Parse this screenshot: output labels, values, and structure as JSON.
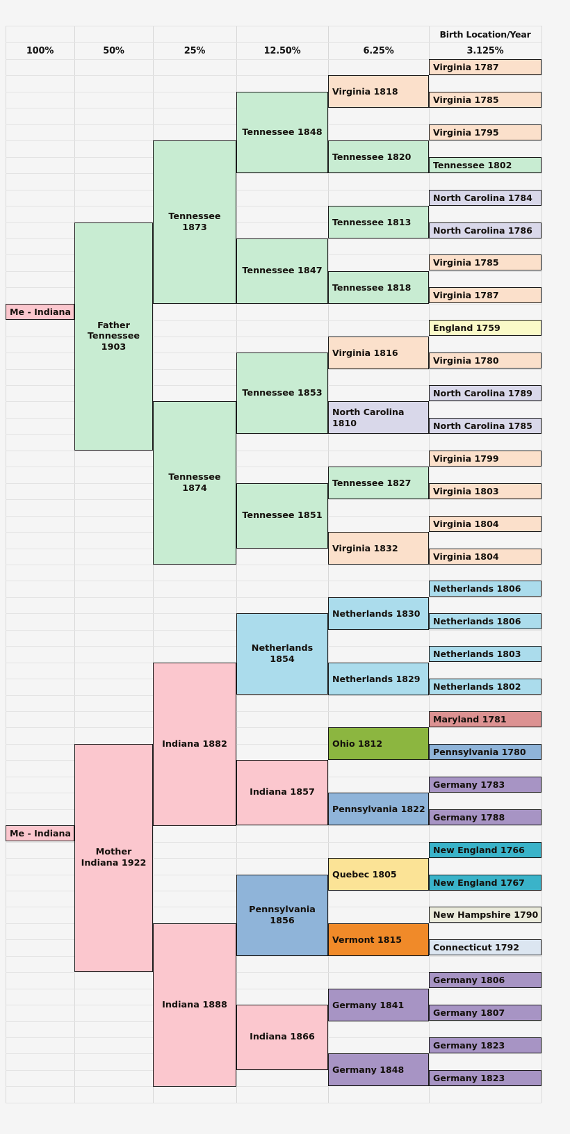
{
  "chart_data": {
    "type": "table",
    "title": "Birth Location/Year",
    "columns": [
      "100%",
      "50%",
      "25%",
      "12.50%",
      "6.25%",
      "3.125%"
    ],
    "generations": 6,
    "rows": 64,
    "legend_colors": {
      "tennessee": "#bfe8c8",
      "virginia": "#fbe0cb",
      "north_carolina": "#d9d8ea",
      "england": "#fafac8",
      "indiana": "#fbc7ce",
      "netherlands": "#abdcec",
      "maryland": "#dc9292",
      "ohio": "#8cb640",
      "pennsylvania": "#8fb4d9",
      "germany": "#a794c4",
      "quebec": "#fbe396",
      "new_england": "#3ab3c9",
      "new_hampshire": "#ebebdb",
      "connecticut": "#dce6f1",
      "vermont": "#f08a29",
      "me": "#fbc7ce"
    },
    "people": [
      {
        "label": "Me - Indiana",
        "gen": 1,
        "row": 15,
        "span": 1,
        "color": "#fbc7ce",
        "align": "left"
      },
      {
        "label": "Father\nTennessee\n1903",
        "gen": 2,
        "row": 10,
        "span": 14,
        "color": "#c8ecd2",
        "align": "center"
      },
      {
        "label": "Tennessee 1873",
        "gen": 3,
        "row": 5,
        "span": 10,
        "color": "#c8ecd2",
        "align": "center"
      },
      {
        "label": "Tennessee 1848",
        "gen": 4,
        "row": 2,
        "span": 5,
        "color": "#c8ecd2",
        "align": "center"
      },
      {
        "label": "Virginia 1818",
        "gen": 5,
        "row": 1,
        "span": 2,
        "color": "#fbe0cb",
        "align": "left"
      },
      {
        "label": "Virginia 1787",
        "gen": 6,
        "row": 0,
        "span": 1,
        "color": "#fbe0cb",
        "align": "left"
      },
      {
        "label": "Virginia 1785",
        "gen": 6,
        "row": 2,
        "span": 1,
        "color": "#fbe0cb",
        "align": "left"
      },
      {
        "label": "Tennessee 1820",
        "gen": 5,
        "row": 5,
        "span": 2,
        "color": "#c8ecd2",
        "align": "left"
      },
      {
        "label": "Virginia 1795",
        "gen": 6,
        "row": 4,
        "span": 1,
        "color": "#fbe0cb",
        "align": "left"
      },
      {
        "label": "Tennessee 1802",
        "gen": 6,
        "row": 6,
        "span": 1,
        "color": "#c8ecd2",
        "align": "left"
      },
      {
        "label": "Tennessee 1847",
        "gen": 4,
        "row": 11,
        "span": 4,
        "color": "#c8ecd2",
        "align": "center"
      },
      {
        "label": "Tennessee 1813",
        "gen": 5,
        "row": 9,
        "span": 2,
        "color": "#c8ecd2",
        "align": "left"
      },
      {
        "label": "North Carolina 1784",
        "gen": 6,
        "row": 8,
        "span": 1,
        "color": "#d9d8ea",
        "align": "left"
      },
      {
        "label": "North Carolina 1786",
        "gen": 6,
        "row": 10,
        "span": 1,
        "color": "#d9d8ea",
        "align": "left"
      },
      {
        "label": "Tennessee 1818",
        "gen": 5,
        "row": 13,
        "span": 2,
        "color": "#c8ecd2",
        "align": "left"
      },
      {
        "label": "Virginia 1785",
        "gen": 6,
        "row": 12,
        "span": 1,
        "color": "#fbe0cb",
        "align": "left"
      },
      {
        "label": "Virginia 1787",
        "gen": 6,
        "row": 14,
        "span": 1,
        "color": "#fbe0cb",
        "align": "left"
      },
      {
        "label": "Tennessee 1874",
        "gen": 3,
        "row": 21,
        "span": 10,
        "color": "#c8ecd2",
        "align": "center"
      },
      {
        "label": "Tennessee 1853",
        "gen": 4,
        "row": 18,
        "span": 5,
        "color": "#c8ecd2",
        "align": "center"
      },
      {
        "label": "Virginia 1816",
        "gen": 5,
        "row": 17,
        "span": 2,
        "color": "#fbe0cb",
        "align": "left"
      },
      {
        "label": "England 1759",
        "gen": 6,
        "row": 16,
        "span": 1,
        "color": "#fafac8",
        "align": "left"
      },
      {
        "label": "Virginia 1780",
        "gen": 6,
        "row": 18,
        "span": 1,
        "color": "#fbe0cb",
        "align": "left"
      },
      {
        "label": "North Carolina 1810",
        "gen": 5,
        "row": 21,
        "span": 2,
        "color": "#d9d8ea",
        "align": "left"
      },
      {
        "label": "North Carolina 1789",
        "gen": 6,
        "row": 20,
        "span": 1,
        "color": "#d9d8ea",
        "align": "left"
      },
      {
        "label": "North Carolina 1785",
        "gen": 6,
        "row": 22,
        "span": 1,
        "color": "#d9d8ea",
        "align": "left"
      },
      {
        "label": "Tennessee 1851",
        "gen": 4,
        "row": 26,
        "span": 4,
        "color": "#c8ecd2",
        "align": "center"
      },
      {
        "label": "Tennessee 1827",
        "gen": 5,
        "row": 25,
        "span": 2,
        "color": "#c8ecd2",
        "align": "left"
      },
      {
        "label": "Virginia 1799",
        "gen": 6,
        "row": 24,
        "span": 1,
        "color": "#fbe0cb",
        "align": "left"
      },
      {
        "label": "Virginia 1803",
        "gen": 6,
        "row": 26,
        "span": 1,
        "color": "#fbe0cb",
        "align": "left"
      },
      {
        "label": "Virginia 1832",
        "gen": 5,
        "row": 29,
        "span": 2,
        "color": "#fbe0cb",
        "align": "left"
      },
      {
        "label": "Virginia 1804",
        "gen": 6,
        "row": 28,
        "span": 1,
        "color": "#fbe0cb",
        "align": "left"
      },
      {
        "label": "Virginia 1804",
        "gen": 6,
        "row": 30,
        "span": 1,
        "color": "#fbe0cb",
        "align": "left"
      },
      {
        "label": "Me - Indiana",
        "gen": 1,
        "row": 47,
        "span": 1,
        "color": "#fbc7ce",
        "align": "left"
      },
      {
        "label": "Mother\nIndiana 1922",
        "gen": 2,
        "row": 42,
        "span": 14,
        "color": "#fbc7ce",
        "align": "center"
      },
      {
        "label": "Indiana 1882",
        "gen": 3,
        "row": 37,
        "span": 10,
        "color": "#fbc7ce",
        "align": "center"
      },
      {
        "label": "Netherlands 1854",
        "gen": 4,
        "row": 34,
        "span": 5,
        "color": "#abdcec",
        "align": "center"
      },
      {
        "label": "Netherlands 1830",
        "gen": 5,
        "row": 33,
        "span": 2,
        "color": "#abdcec",
        "align": "left"
      },
      {
        "label": "Netherlands 1806",
        "gen": 6,
        "row": 32,
        "span": 1,
        "color": "#abdcec",
        "align": "left"
      },
      {
        "label": "Netherlands 1806",
        "gen": 6,
        "row": 34,
        "span": 1,
        "color": "#abdcec",
        "align": "left"
      },
      {
        "label": "Netherlands 1829",
        "gen": 5,
        "row": 37,
        "span": 2,
        "color": "#abdcec",
        "align": "left"
      },
      {
        "label": "Netherlands 1803",
        "gen": 6,
        "row": 36,
        "span": 1,
        "color": "#abdcec",
        "align": "left"
      },
      {
        "label": "Netherlands 1802",
        "gen": 6,
        "row": 38,
        "span": 1,
        "color": "#abdcec",
        "align": "left"
      },
      {
        "label": "Indiana 1857",
        "gen": 4,
        "row": 43,
        "span": 4,
        "color": "#fbc7ce",
        "align": "center"
      },
      {
        "label": "Ohio 1812",
        "gen": 5,
        "row": 41,
        "span": 2,
        "color": "#8cb640",
        "align": "left"
      },
      {
        "label": "Maryland 1781",
        "gen": 6,
        "row": 40,
        "span": 1,
        "color": "#dc9292",
        "align": "left"
      },
      {
        "label": "Pennsylvania 1780",
        "gen": 6,
        "row": 42,
        "span": 1,
        "color": "#8fb4d9",
        "align": "left"
      },
      {
        "label": "Pennsylvania 1822",
        "gen": 5,
        "row": 45,
        "span": 2,
        "color": "#8fb4d9",
        "align": "left"
      },
      {
        "label": "Germany 1783",
        "gen": 6,
        "row": 44,
        "span": 1,
        "color": "#a794c4",
        "align": "left"
      },
      {
        "label": "Germany 1788",
        "gen": 6,
        "row": 46,
        "span": 1,
        "color": "#a794c4",
        "align": "left"
      },
      {
        "label": "Indiana 1888",
        "gen": 3,
        "row": 53,
        "span": 10,
        "color": "#fbc7ce",
        "align": "center"
      },
      {
        "label": "Pennsylvania 1856",
        "gen": 4,
        "row": 50,
        "span": 5,
        "color": "#8fb4d9",
        "align": "center"
      },
      {
        "label": "Quebec 1805",
        "gen": 5,
        "row": 49,
        "span": 2,
        "color": "#fbe396",
        "align": "left"
      },
      {
        "label": "New England 1766",
        "gen": 6,
        "row": 48,
        "span": 1,
        "color": "#3ab3c9",
        "align": "left"
      },
      {
        "label": "New England 1767",
        "gen": 6,
        "row": 50,
        "span": 1,
        "color": "#3ab3c9",
        "align": "left"
      },
      {
        "label": "Vermont 1815",
        "gen": 5,
        "row": 53,
        "span": 2,
        "color": "#f08a29",
        "align": "left"
      },
      {
        "label": "New Hampshire 1790",
        "gen": 6,
        "row": 52,
        "span": 1,
        "color": "#ebebdb",
        "align": "left"
      },
      {
        "label": "Connecticut 1792",
        "gen": 6,
        "row": 54,
        "span": 1,
        "color": "#dce6f1",
        "align": "left"
      },
      {
        "label": "Indiana 1866",
        "gen": 4,
        "row": 58,
        "span": 4,
        "color": "#fbc7ce",
        "align": "center"
      },
      {
        "label": "Germany 1841",
        "gen": 5,
        "row": 57,
        "span": 2,
        "color": "#a794c4",
        "align": "left"
      },
      {
        "label": "Germany 1806",
        "gen": 6,
        "row": 56,
        "span": 1,
        "color": "#a794c4",
        "align": "left"
      },
      {
        "label": "Germany 1807",
        "gen": 6,
        "row": 58,
        "span": 1,
        "color": "#a794c4",
        "align": "left"
      },
      {
        "label": "Germany 1848",
        "gen": 5,
        "row": 61,
        "span": 2,
        "color": "#a794c4",
        "align": "left"
      },
      {
        "label": "Germany 1823",
        "gen": 6,
        "row": 60,
        "span": 1,
        "color": "#a794c4",
        "align": "left"
      },
      {
        "label": "Germany 1823",
        "gen": 6,
        "row": 62,
        "span": 1,
        "color": "#a794c4",
        "align": "left"
      }
    ]
  },
  "header": {
    "title": "Birth Location/Year",
    "col1": "100%",
    "col2": "50%",
    "col3": "25%",
    "col4": "12.50%",
    "col5": "6.25%",
    "col6": "3.125%"
  }
}
